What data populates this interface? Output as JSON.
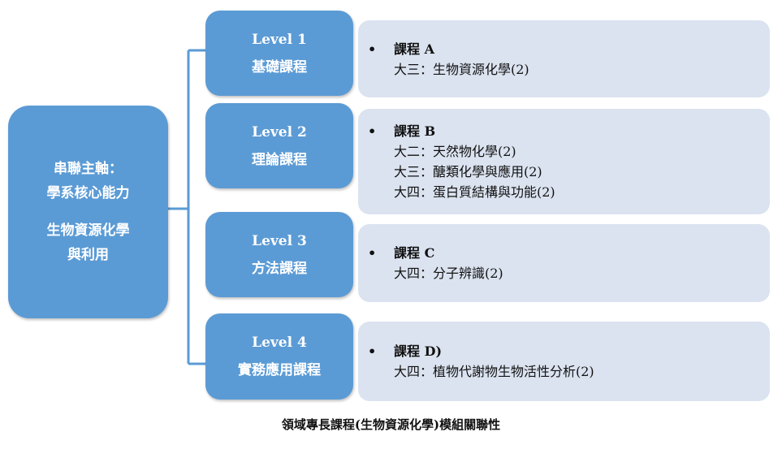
{
  "main": {
    "line1": "串聯主軸：",
    "line2": "學系核心能力",
    "line3": "生物資源化學",
    "line4": "與利用"
  },
  "levels": [
    {
      "level": "Level 1",
      "name": "基礎課程",
      "bullet": "•",
      "course": "課程  A",
      "items": [
        "大三：生物資源化學(2)"
      ]
    },
    {
      "level": "Level 2",
      "name": "理論課程",
      "bullet": "•",
      "course": "課程  B",
      "items": [
        "大二：天然物化學(2)",
        "大三：醣類化學與應用(2)",
        "大四：蛋白質結構與功能(2)"
      ]
    },
    {
      "level": "Level 3",
      "name": "方法課程",
      "bullet": "•",
      "course": "課程  C",
      "items": [
        "大四：分子辨識(2)"
      ]
    },
    {
      "level": "Level 4",
      "name": "實務應用課程",
      "bullet": "•",
      "course": "課程  D)",
      "items": [
        "大四：植物代謝物生物活性分析(2)"
      ]
    }
  ],
  "caption": "領域專長課程(生物資源化學)模組關聯性",
  "colors": {
    "box": "#5b9bd5",
    "panel": "#dbe3f0",
    "connector": "#5b9bd5"
  }
}
